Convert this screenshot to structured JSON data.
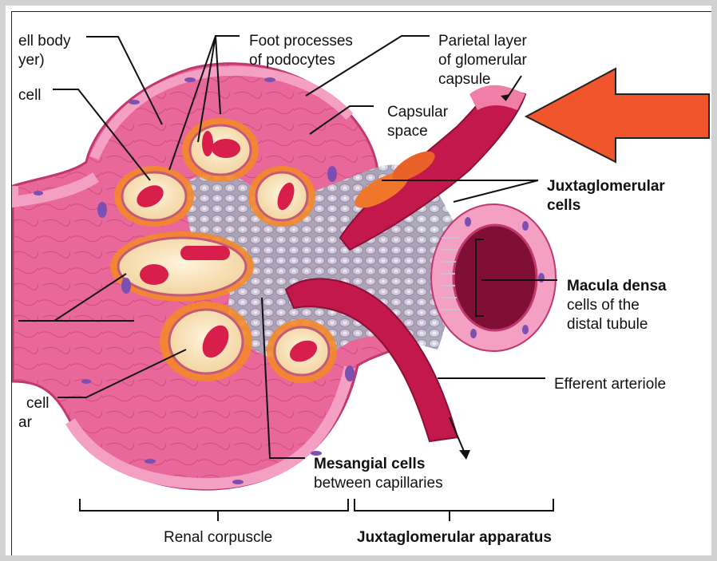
{
  "labels": {
    "cell_body": [
      "ell body",
      "yer)"
    ],
    "cell_left": "cell",
    "foot_processes": [
      "Foot processes",
      "of podocytes"
    ],
    "parietal_layer": [
      "Parietal layer",
      "of glomerular",
      "capsule"
    ],
    "capsular_space": [
      "Capsular",
      "space"
    ],
    "juxtaglomerular_cells": [
      "Juxtaglomerular",
      "cells"
    ],
    "macula_densa": [
      "Macula densa",
      "cells of the",
      "distal tubule"
    ],
    "efferent_arteriole": "Efferent arteriole",
    "mesangial_cells": [
      "Mesangial cells",
      "between capillaries"
    ],
    "cell_bottom": [
      "cell",
      "ar"
    ],
    "renal_corpuscle": "Renal corpuscle",
    "juxtaglomerular_apparatus": "Juxtaglomerular apparatus"
  },
  "colors": {
    "arrow": "#f0552b",
    "tissue": "#e35f8a",
    "capsule_pink": "#f07ea6",
    "arteriole": "#c2184b",
    "mesangial": "#b7b4c4",
    "nucleus": "#7c4fb2",
    "rbc": "#d81e4b"
  }
}
